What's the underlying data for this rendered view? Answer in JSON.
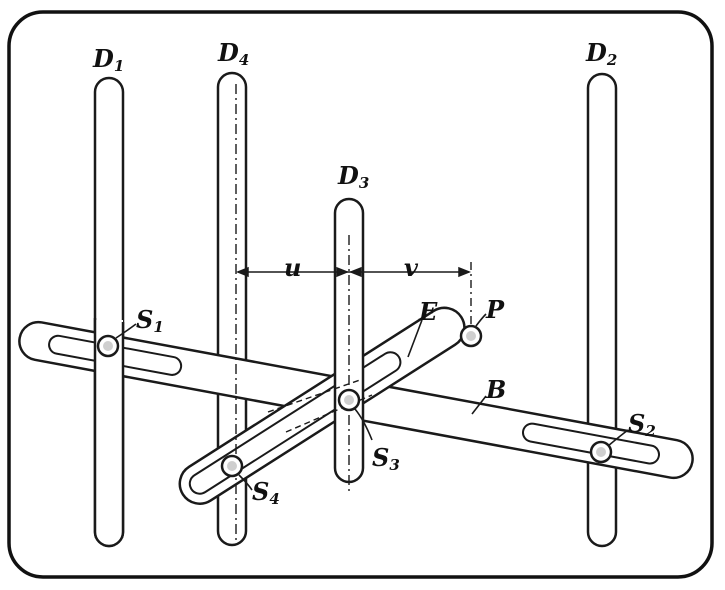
{
  "figure": {
    "rails": [
      {
        "letter": "D",
        "sub": "1"
      },
      {
        "letter": "D",
        "sub": "4"
      },
      {
        "letter": "D",
        "sub": "2"
      },
      {
        "letter": "D",
        "sub": "3"
      }
    ],
    "pins": [
      {
        "letter": "S",
        "sub": "1"
      },
      {
        "letter": "S",
        "sub": "2"
      },
      {
        "letter": "S",
        "sub": "3"
      },
      {
        "letter": "S",
        "sub": "4"
      }
    ],
    "bars": {
      "long": "B",
      "short": "E"
    },
    "point": "P",
    "dimensions": {
      "left": "u",
      "right": "v"
    }
  }
}
